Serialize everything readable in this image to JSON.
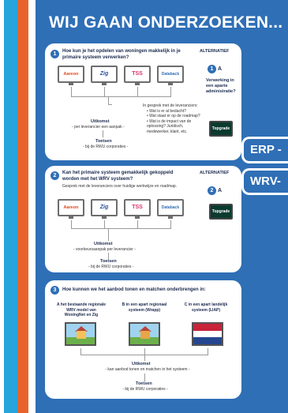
{
  "title": "WIJ GAAN ONDERZOEKEN...",
  "side_tabs": [
    "ERP -",
    "WRV-"
  ],
  "colors": {
    "blue": "#2f6fb6",
    "stripe_blue": "#27a4dc",
    "stripe_orange": "#e8632b"
  },
  "section1": {
    "number": "1",
    "question": "Hoe kun je het opdelen van woningen makkelijk in je primaire systeem verwerken?",
    "alternatief_label": "ALTERNATIEF",
    "systems": [
      "Aareon",
      "Zig",
      "TSS",
      "Databack"
    ],
    "alt_screen": "Topgrade",
    "alt_number": "1",
    "alt_letter": "A",
    "alt_text": "Verwerking in een aparte administratie?",
    "uitkomst_label": "Uitkomst",
    "uitkomst_text": "- per leverancier een aanpak -",
    "toetsen_label": "Toetsen",
    "toetsen_text": "- bij de RWU corporaties -",
    "gesprek_title": "In gesprek met de leveranciers:",
    "gesprek_items": [
      "Wat is er al bedacht?",
      "Wat staat er op de roadmap?",
      "Wat is de impact van de oplossing? Juridisch, medewerker, klant, etc."
    ]
  },
  "section2": {
    "number": "2",
    "question": "Kan het primaire systeem gemakkelijk gekoppeld worden met het WRV systeem?",
    "subtext": "Gesprek met de leveranciers over huidige werkwijze en roadmap.",
    "alternatief_label": "ALTERNATIEF",
    "systems": [
      "Aareon",
      "Zig",
      "TSS",
      "Databack"
    ],
    "alt_screen": "Topgrade",
    "alt_number": "2",
    "alt_letter": "A",
    "uitkomst_label": "Uitkomst",
    "uitkomst_text": "- voorkeursaanpak per leverancier -",
    "toetsen_label": "Toetsen",
    "toetsen_text": "- bij de RWU corporaties -"
  },
  "section3": {
    "number": "3",
    "question": "Hoe kunnen we het aanbod tonen en matchen onderbrengen in:",
    "options": [
      "A het bestaande regionale WRV model van WoningNet en Zig",
      "B in een apart regionaal systeem (Wrapp)",
      "C in een apart landelijk systeem (LIAP)"
    ],
    "uitkomst_label": "Uitkomst",
    "uitkomst_text": "- kan aanbod tonen en matchen in het systeem -",
    "toetsen_label": "Toetsen",
    "toetsen_text": "- bij de RWU corporaties -"
  }
}
